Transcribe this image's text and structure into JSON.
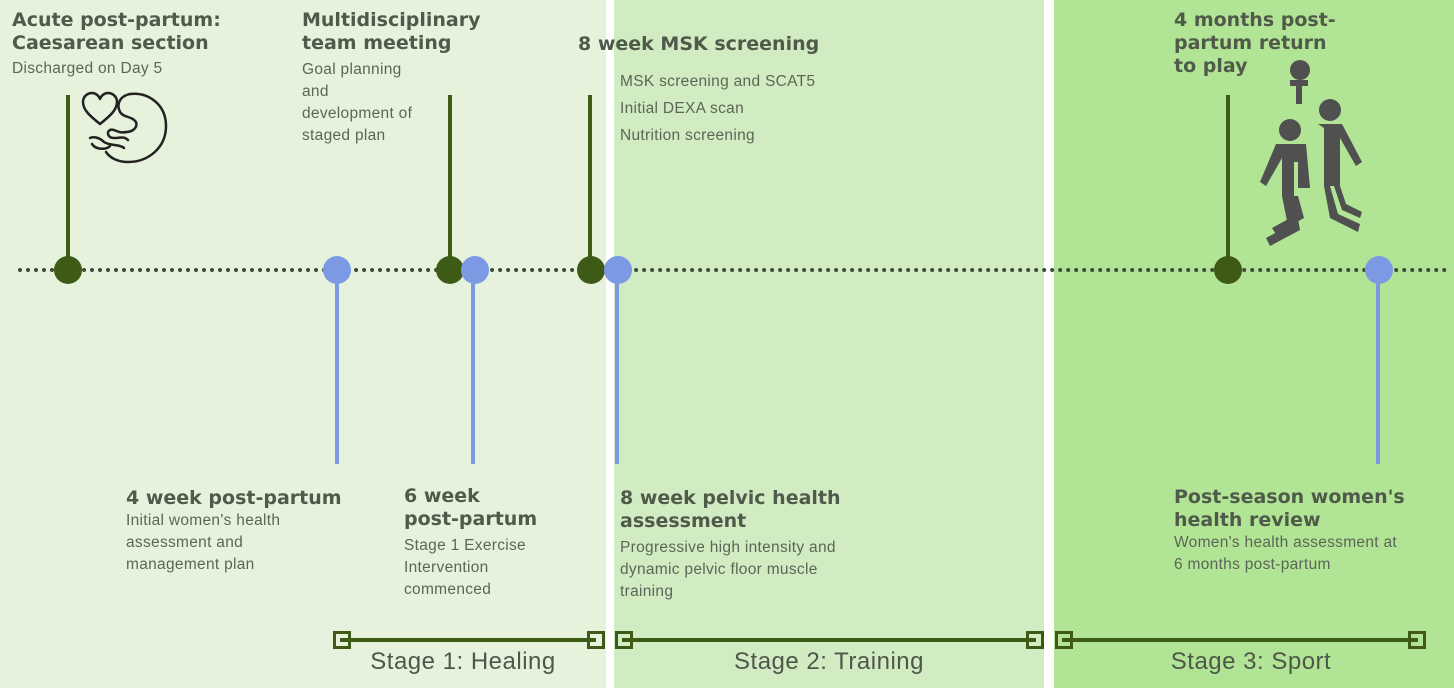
{
  "stages": [
    {
      "label": "Stage 1: Healing"
    },
    {
      "label": "Stage 2: Training"
    },
    {
      "label": "Stage 3: Sport"
    }
  ],
  "events_top": [
    {
      "title_lines": [
        "Acute post-partum:",
        "Caesarean section"
      ],
      "desc_lines": [
        "Discharged on Day 5"
      ]
    },
    {
      "title_lines": [
        "Multidisciplinary",
        "team meeting"
      ],
      "desc_lines": [
        "Goal planning",
        "and",
        "development of",
        "staged plan"
      ]
    },
    {
      "title_lines": [
        "8 week MSK screening"
      ],
      "desc_lines": [
        "MSK screening and SCAT5",
        "Initial DEXA scan",
        "Nutrition screening"
      ]
    },
    {
      "title_lines": [
        "4 months post-",
        "partum return",
        "to play"
      ],
      "desc_lines": []
    }
  ],
  "events_bottom": [
    {
      "title_lines": [
        "4 week post-partum"
      ],
      "desc_lines": [
        "Initial women's health",
        "assessment and",
        "management plan"
      ]
    },
    {
      "title_lines": [
        "6 week",
        "post-partum"
      ],
      "desc_lines": [
        "Stage 1 Exercise",
        "Intervention",
        "commenced"
      ]
    },
    {
      "title_lines": [
        "8 week pelvic health",
        "assessment"
      ],
      "desc_lines": [
        "Progressive high intensity and",
        "dynamic pelvic floor muscle",
        "training"
      ]
    },
    {
      "title_lines": [
        "Post-season women's",
        "health review"
      ],
      "desc_lines": [
        "Women's health assessment at",
        "6 months post-partum"
      ]
    }
  ],
  "icons": [
    "pregnancy-icon",
    "basketball-players-icon"
  ],
  "colors": {
    "stage1": "#e6f2dc",
    "stage2": "#d1ecc2",
    "stage3": "#b1e494",
    "green": "#3d5a16",
    "blue": "#7b9ae3"
  }
}
